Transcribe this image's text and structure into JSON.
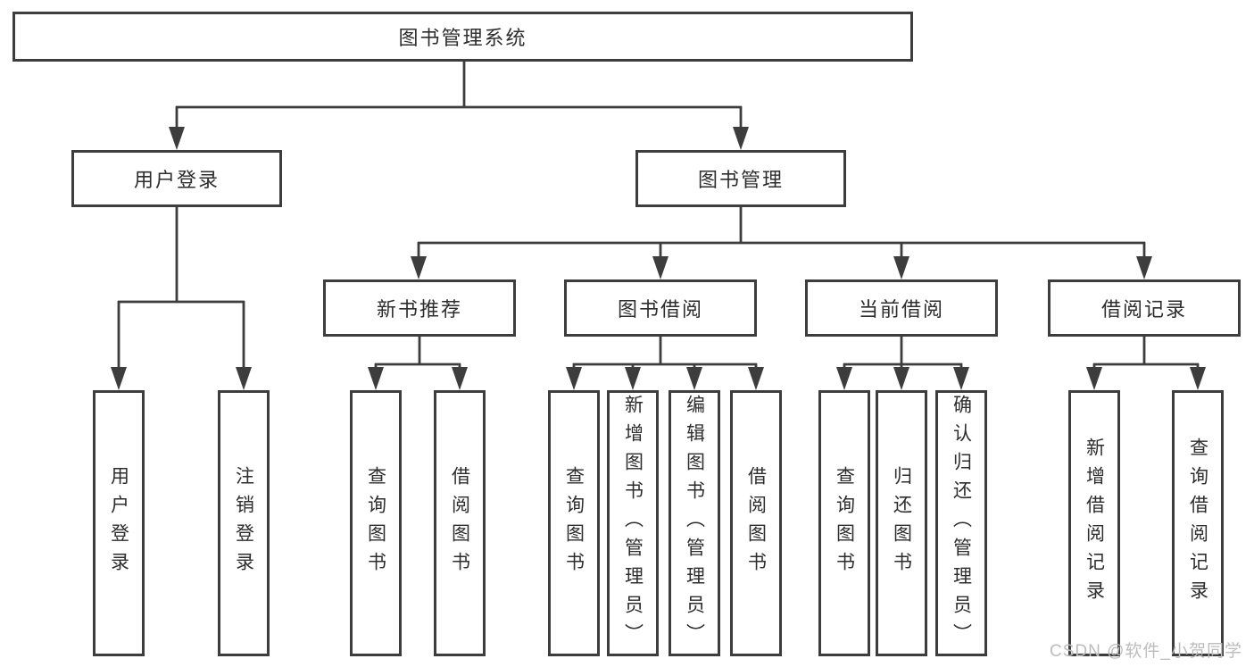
{
  "root_label": "图书管理系统",
  "level2": {
    "user_login": "用户登录",
    "book_management": "图书管理"
  },
  "level3": {
    "new_books": "新书推荐",
    "book_borrow": "图书借阅",
    "current_borrow": "当前借阅",
    "borrow_records": "借阅记录"
  },
  "leaves": {
    "user_login": [
      "用户登录",
      "注销登录"
    ],
    "new_books": [
      "查询图书",
      "借阅图书"
    ],
    "book_borrow": [
      "查询图书",
      "新增图书（管理员）",
      "编辑图书（管理员）",
      "借阅图书"
    ],
    "current_borrow": [
      "查询图书",
      "归还图书",
      "确认归还（管理员）"
    ],
    "borrow_records": [
      "新增借阅记录",
      "查询借阅记录"
    ]
  },
  "watermark": "CSDN @软件_小贺同学",
  "colors": {
    "line": "#3d3d3d",
    "box_border": "#3d3d3d",
    "text": "#2d2d2d",
    "watermark": "#bcbcbc",
    "background": "#ffffff"
  }
}
